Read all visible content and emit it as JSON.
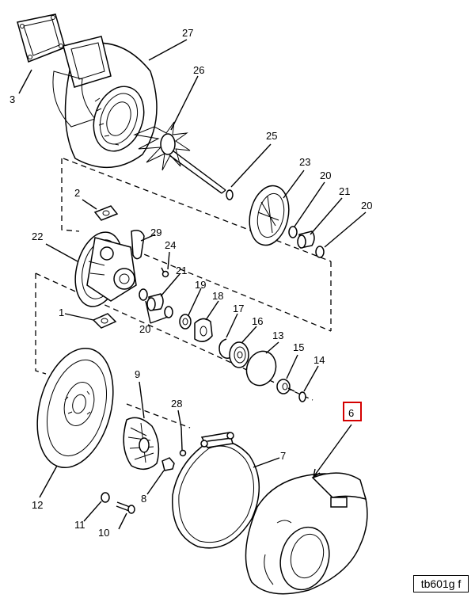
{
  "diagram": {
    "labels": {
      "p1": "1",
      "p2": "2",
      "p3": "3",
      "p6": "6",
      "p7": "7",
      "p8": "8",
      "p9": "9",
      "p10": "10",
      "p11": "11",
      "p12": "12",
      "p13": "13",
      "p14": "14",
      "p15": "15",
      "p16": "16",
      "p17": "17",
      "p18": "18",
      "p19": "19",
      "p20a": "20",
      "p20b": "20",
      "p20c": "20",
      "p21a": "21",
      "p21b": "21",
      "p22": "22",
      "p23": "23",
      "p24": "24",
      "p25": "25",
      "p26": "26",
      "p27": "27",
      "p28": "28",
      "p29": "29"
    },
    "highlighted_part": "6",
    "highlight_color": "#d40000",
    "drawing_code": "tb601g f"
  }
}
